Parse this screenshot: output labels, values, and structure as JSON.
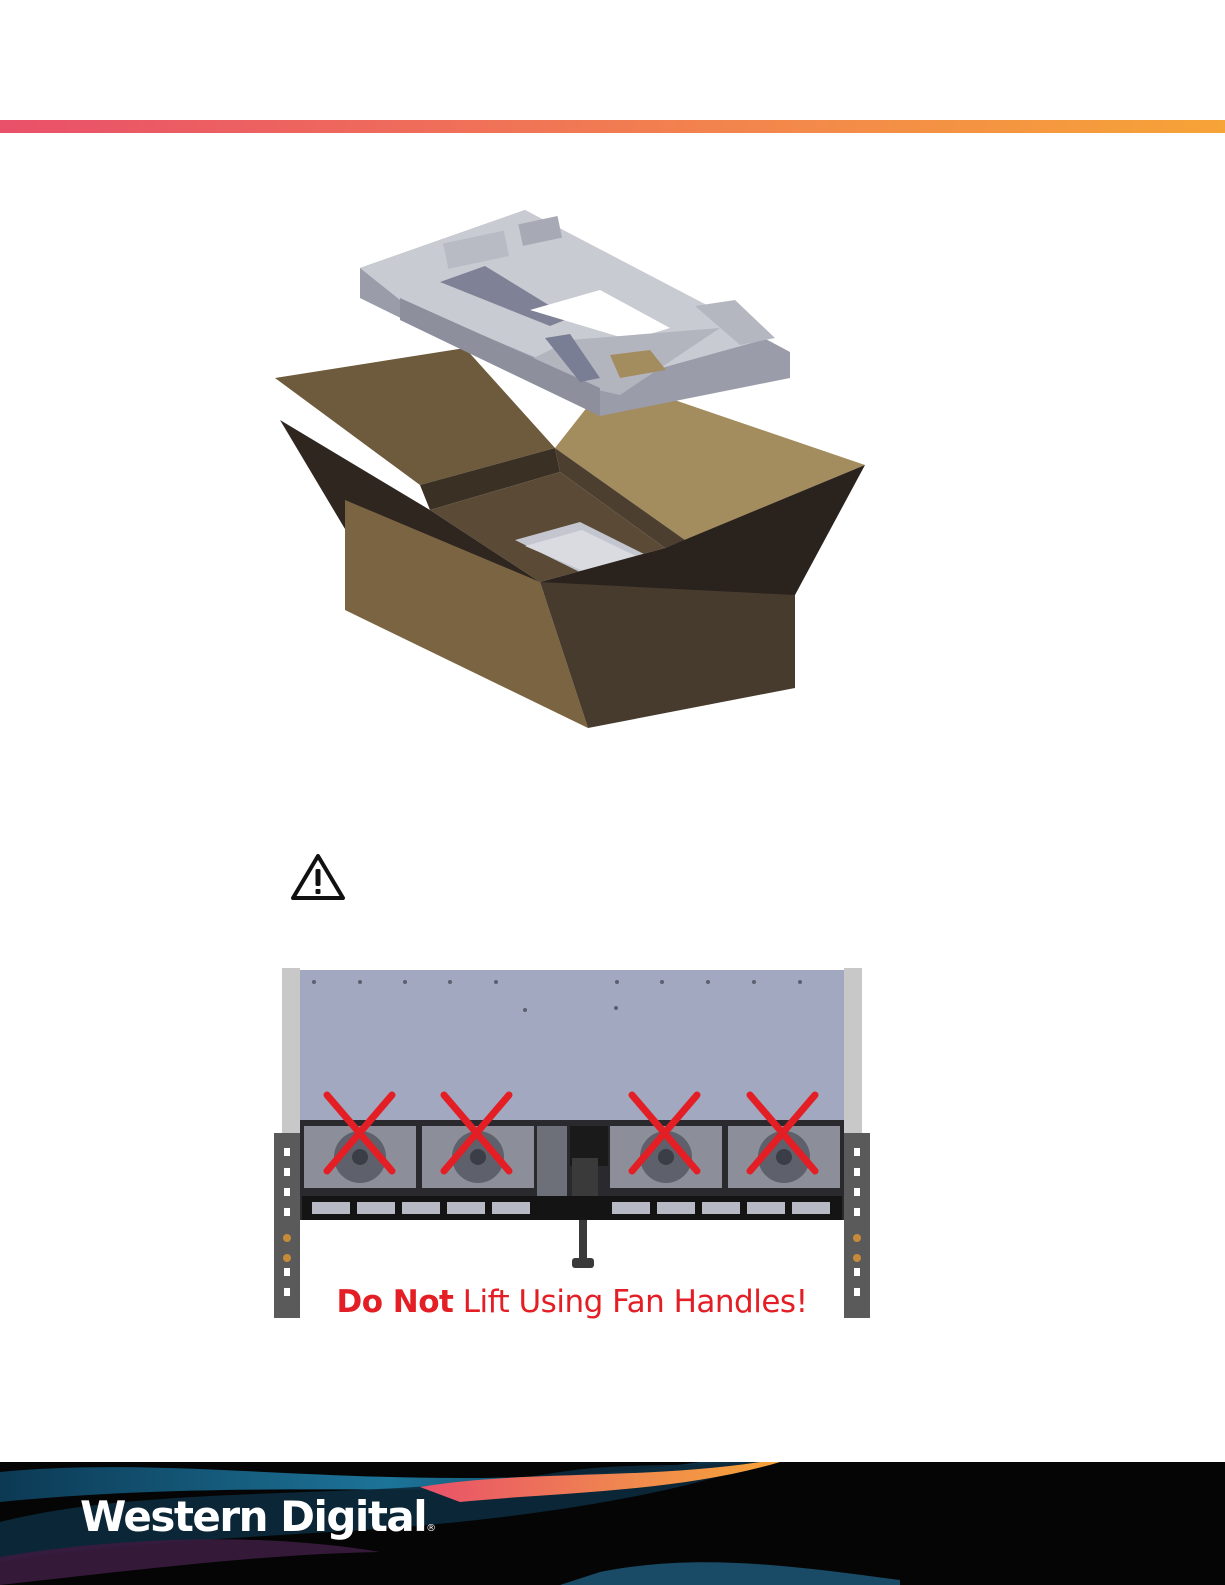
{
  "page": {
    "background": "#ffffff",
    "accent_gradient": [
      "#e9506a",
      "#f6a337"
    ]
  },
  "figures": {
    "box": {
      "icon": "open-shipping-box-with-foam-insert"
    },
    "warning": {
      "icon": "warning-triangle-icon"
    },
    "chassis": {
      "icon": "chassis-rear-view-with-fan-modules",
      "crossed_fans": 4,
      "caption_strong": "Do Not",
      "caption_rest": " Lift Using Fan Handles!",
      "caption_color": "#e31e24"
    }
  },
  "footer": {
    "brand": "Western Digital",
    "reg_mark": "®",
    "background": "#050505"
  }
}
